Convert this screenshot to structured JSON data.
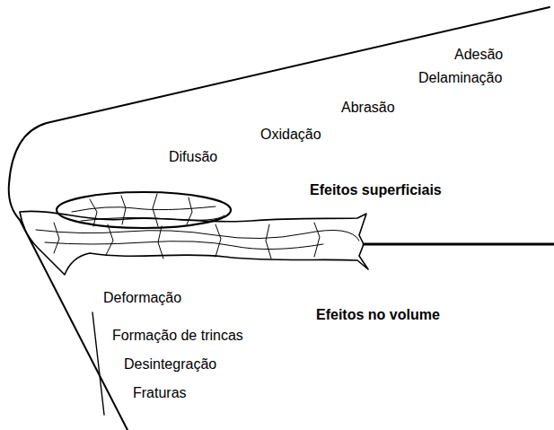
{
  "diagram": {
    "labels": [
      "Adesão",
      "Delaminação",
      "Abrasão",
      "Oxidação",
      "Difusão",
      "Efeitos superficiais",
      "Deformação",
      "Efeitos no volume",
      "Formação de trincas",
      "Desintegração",
      "Fraturas"
    ]
  }
}
